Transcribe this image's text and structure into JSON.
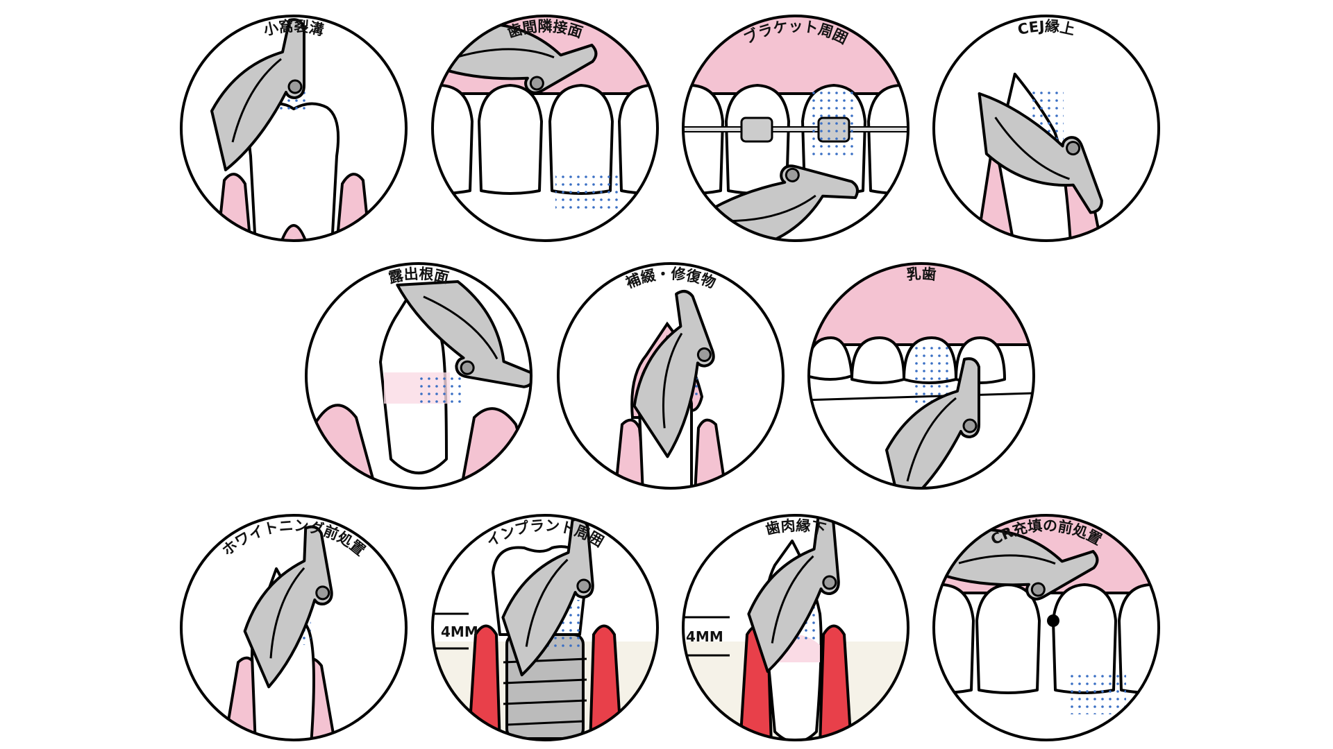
{
  "colors": {
    "gum": "#f4c3d2",
    "inflamed_gum": "#e8404a",
    "handpiece": "#c8c8c8",
    "powder_spray": "#3a6fc4",
    "outline": "#000000"
  },
  "panels": [
    {
      "label": "小窩裂溝"
    },
    {
      "label": "歯間隣接面"
    },
    {
      "label": "ブラケット周囲"
    },
    {
      "label": "CEJ縁上"
    },
    {
      "label": "露出根面"
    },
    {
      "label": "補綴・修復物"
    },
    {
      "label": "乳歯"
    },
    {
      "label": "ホワイトニング前処置"
    },
    {
      "label": "インプラント周囲",
      "depth_label": "4MM"
    },
    {
      "label": "歯肉縁下",
      "depth_label": "4MM"
    },
    {
      "label": "CR充填の前処置"
    }
  ]
}
